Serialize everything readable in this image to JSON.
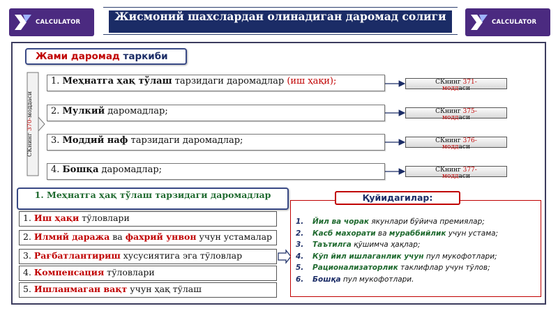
{
  "logo": {
    "text": "CALCULATOR"
  },
  "title": "Жисмоний шахслардан олинадиган даромад солиги",
  "composition": {
    "part1": "Жами даромад",
    "part2": " таркиби"
  },
  "vertical_label": {
    "part1": "СКнинг ",
    "part2": "370-",
    "part3": "моддаси"
  },
  "items": [
    {
      "num": "1. ",
      "bold": "Меҳнатга ҳақ тўлаш",
      "rest": " тарзидаги даромадлар ",
      "red": "(иш ҳақи);"
    },
    {
      "num": "2. ",
      "bold": "Мулкий",
      "rest": " даромадлар;",
      "red": ""
    },
    {
      "num": "3. ",
      "bold": "Моддий наф",
      "rest": " тарзидаги даромадлар;",
      "red": ""
    },
    {
      "num": "4. ",
      "bold": "Бошқа",
      "rest": " даромадлар;",
      "red": ""
    }
  ],
  "refs": [
    {
      "a": "СКнинг ",
      "b": "371-",
      "c": "модд",
      "d": "аси"
    },
    {
      "a": "СКнинг ",
      "b": "375-",
      "c": "модд",
      "d": "аси"
    },
    {
      "a": "СКнинг ",
      "b": "376-",
      "c": "модд",
      "d": "аси"
    },
    {
      "a": "СКнинг ",
      "b": "377-",
      "c": "модд",
      "d": "аси"
    }
  ],
  "labor_title": "1. Меҳнатга ҳақ тўлаш тарзидаги даромадлар",
  "labor_items": [
    {
      "num": "1. ",
      "red": "Иш ҳақи",
      "rest": " тўловлари",
      "red2": "",
      "rest2": ""
    },
    {
      "num": "2. ",
      "red": "Илмий даража",
      "rest": " ва ",
      "red2": "фахрий унвон",
      "rest2": " учун устамалар"
    },
    {
      "num": "3. ",
      "red": "Рағбатлантириш",
      "rest": " хусусиятига эга тўловлар",
      "red2": "",
      "rest2": ""
    },
    {
      "num": "4. ",
      "red": "Компенсация",
      "rest": " тўловлари",
      "red2": "",
      "rest2": ""
    },
    {
      "num": "5. ",
      "red": "Ишланмаган вақт",
      "rest": " учун ҳақ тўлаш",
      "red2": "",
      "rest2": ""
    }
  ],
  "who_title": "Қуйидагилар:",
  "who": [
    {
      "num": "1.",
      "g": "Йил ва чорак",
      "t": " якунлари бўйича премиялар;",
      "g2": "",
      "t2": ""
    },
    {
      "num": "2.",
      "g": "Касб махорати",
      "t": " ва ",
      "g2": "мураббийлик",
      "t2": " учун устама;"
    },
    {
      "num": "3.",
      "g": "Таътилга",
      "t": " қўшимча ҳақлар;",
      "g2": "",
      "t2": ""
    },
    {
      "num": "4.",
      "g": "Кўп йил ишлаганлик учун",
      "t": " пул мукофотлари;",
      "g2": "",
      "t2": ""
    },
    {
      "num": "5.",
      "g": "Рационализаторлик",
      "t": " таклифлар учун тўлов;",
      "g2": "",
      "t2": ""
    },
    {
      "num": "6.",
      "g": "Бошқа",
      "t": " пул мукофотлари.",
      "g2": "",
      "t2": ""
    }
  ],
  "colors": {
    "brand": "#4b2a80",
    "navy": "#1b2c66",
    "accent_red": "#c00000",
    "green": "#1f6a2f"
  }
}
